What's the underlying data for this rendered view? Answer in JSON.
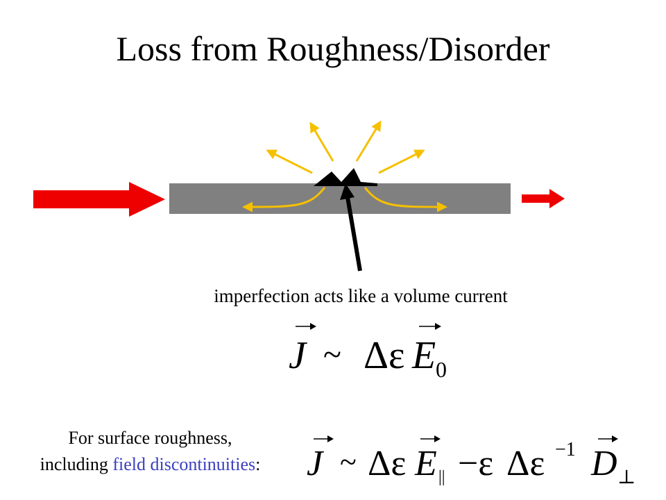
{
  "title": "Loss from Roughness/Disorder",
  "caption": "imperfection acts like a volume current",
  "note": {
    "line1": "For surface roughness,",
    "line2_prefix": "including ",
    "line2_highlight": "field discontinuities",
    "line2_suffix": ":"
  },
  "equation1": {
    "lhs": "J",
    "sim": "~",
    "delta_eps": "Δε",
    "field": "E",
    "field_sub": "0"
  },
  "equation2": {
    "lhs": "J",
    "sim": "~",
    "delta_eps": "Δε",
    "field_e": "E",
    "field_e_sub": "||",
    "minus_eps": "−ε",
    "delta_eps_inv": "Δε",
    "inv_exp": "−1",
    "field_d": "D",
    "field_d_sub": "⊥"
  },
  "colors": {
    "incident_arrow": "#ee0000",
    "transmitted_arrow": "#ee0000",
    "waveguide": "#808080",
    "scatter_rays": "#f5c000",
    "imperfection": "#000000",
    "pointer_arrow": "#000000",
    "highlight_text": "#3b3fbf"
  },
  "icons": {
    "incident": "red-arrow-right-icon",
    "transmitted": "red-arrow-right-icon",
    "scatter": "yellow-ray-arrow-icon",
    "pointer": "black-pointer-arrow-icon"
  }
}
